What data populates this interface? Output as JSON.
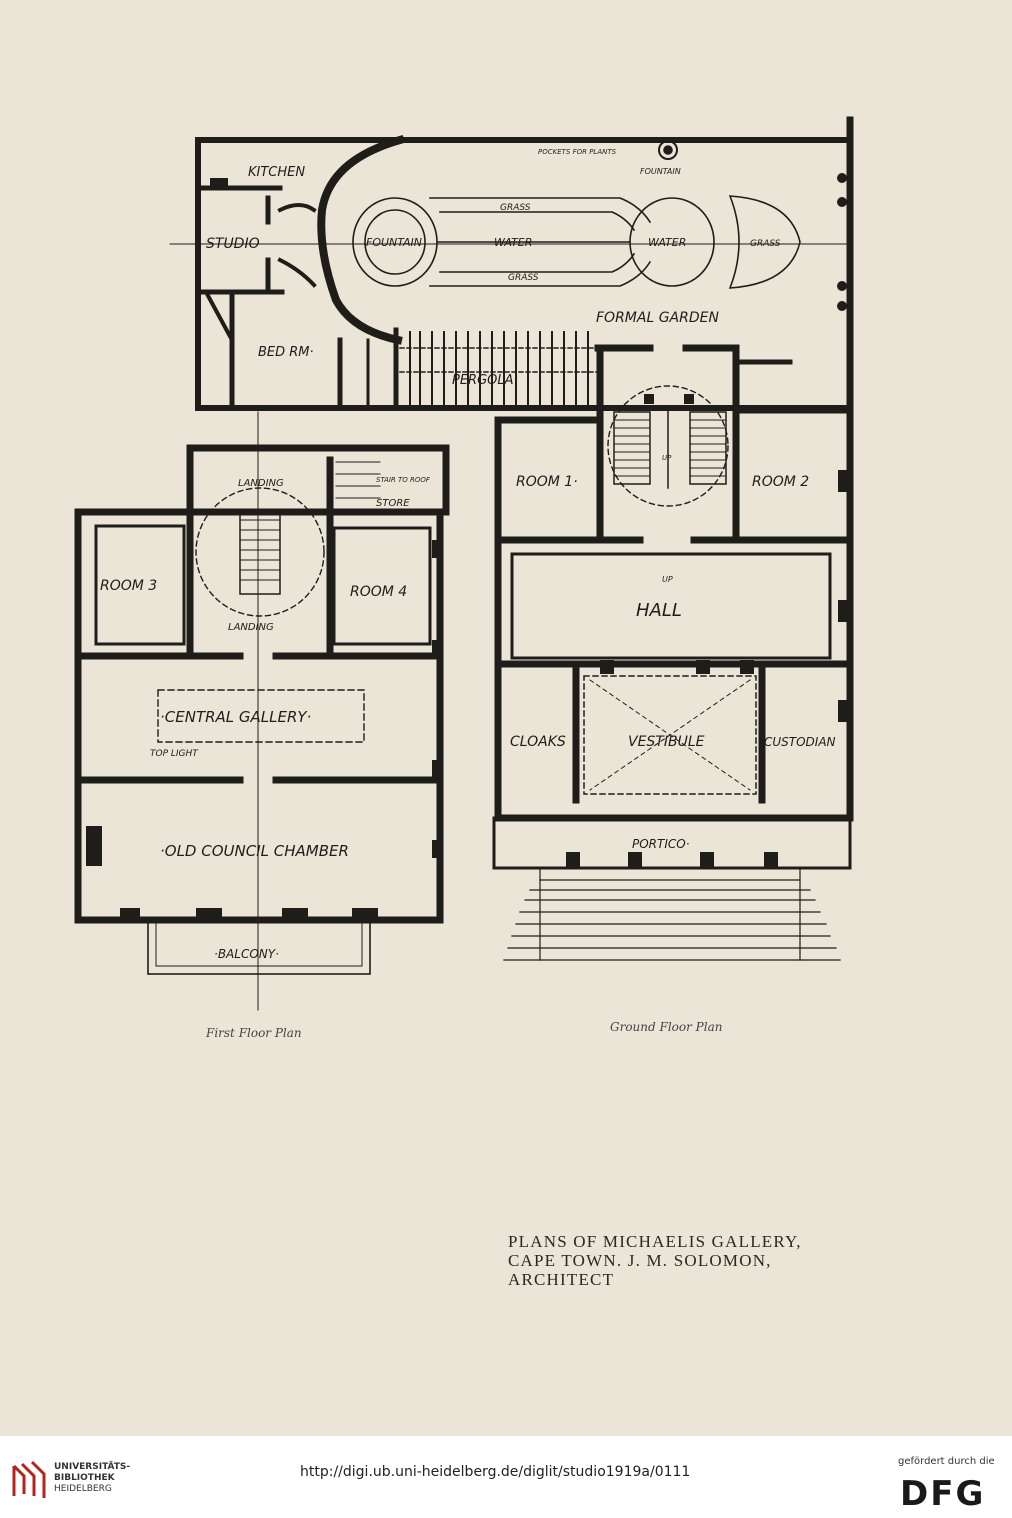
{
  "plan_labels": {
    "kitchen": "KITCHEN",
    "studio": "STUDIO",
    "bed_rm": "BED RM·",
    "pockets_for_plants": "POCKETS FOR PLANTS",
    "fountain_top": "FOUNTAIN",
    "grass_top": "GRASS",
    "grass_bottom": "GRASS",
    "grass_right": "GRASS",
    "fountain_center": "FOUNTAIN",
    "water_1": "WATER",
    "water_2": "WATER",
    "formal_garden": "FORMAL GARDEN",
    "pergola": "PERGOLA",
    "room_1": "ROOM 1·",
    "room_2": "ROOM 2",
    "up_stair": "UP",
    "up_hall": "UP",
    "hall": "HALL",
    "cloaks": "CLOAKS",
    "vestibule": "VESTIBULE",
    "custodian": "CUSTODIAN",
    "portico": "PORTICO·",
    "landing_top": "LANDING",
    "landing_bottom": "LANDING",
    "stair_to_roof": "STAIR TO ROOF",
    "store": "STORE",
    "room_3": "ROOM 3",
    "room_4": "ROOM 4",
    "central_gallery": "·CENTRAL GALLERY·",
    "top_light": "TOP LIGHT",
    "old_council_chamber": "·OLD COUNCIL CHAMBER",
    "balcony": "·BALCONY·"
  },
  "captions": {
    "first_floor": "First Floor Plan",
    "ground_floor": "Ground Floor Plan"
  },
  "plate_caption": {
    "line1": "PLANS OF MICHAELIS GALLERY,",
    "line2": "CAPE TOWN. J. M. SOLOMON,",
    "line3": "ARCHITECT"
  },
  "footer": {
    "library_line1": "UNIVERSITÄTS-",
    "library_line2": "BIBLIOTHEK",
    "library_line3": "HEIDELBERG",
    "url": "http://digi.ub.uni-heidelberg.de/diglit/studio1919a/0111",
    "funder_label": "gefördert durch die",
    "funder_logo": "DFG"
  },
  "colors": {
    "paper": "#eae5d6",
    "ink": "#1f1d1a",
    "logo_red": "#b5241c"
  }
}
